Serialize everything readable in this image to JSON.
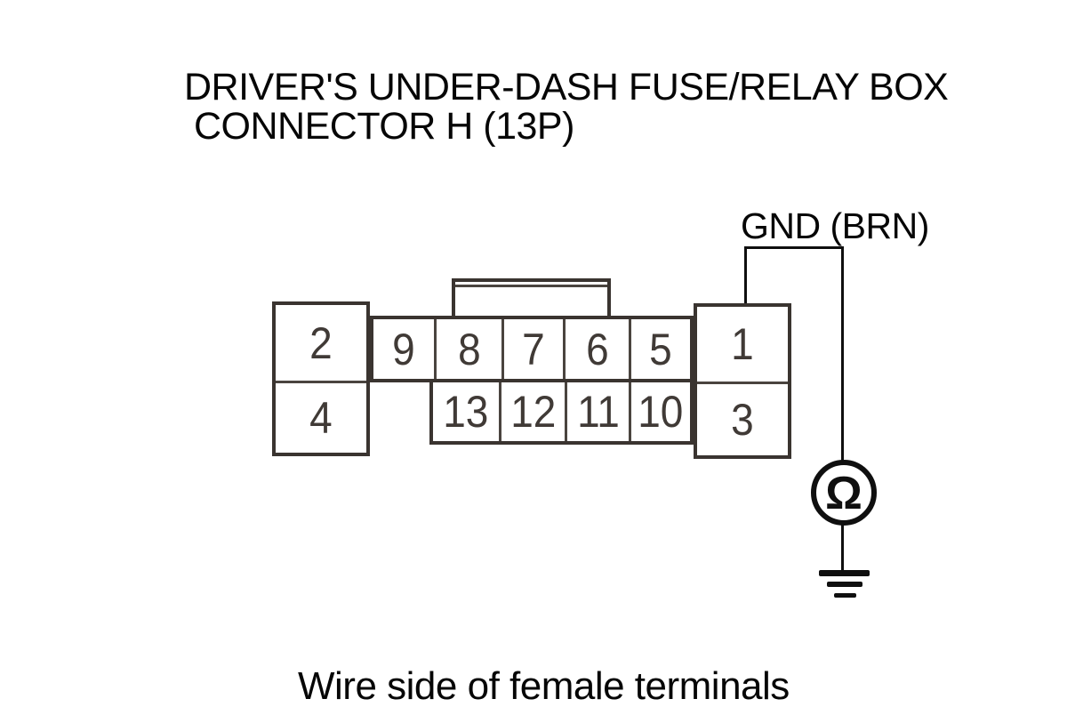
{
  "title": {
    "line1": "DRIVER'S UNDER-DASH FUSE/RELAY BOX",
    "line2": "CONNECTOR H (13P)"
  },
  "ground_label": "GND (BRN)",
  "caption": "Wire side of female terminals",
  "connector": {
    "name": "Driver's under-dash fuse/relay box connector H (13P)",
    "left_block": {
      "top_pin": "2",
      "bottom_pin": "4"
    },
    "top_row_pins": [
      "9",
      "8",
      "7",
      "6",
      "5"
    ],
    "bottom_row_pins": [
      "13",
      "12",
      "11",
      "10"
    ],
    "right_block": {
      "top_pin": "1",
      "bottom_pin": "3"
    }
  },
  "meter": {
    "symbol": "Ω",
    "type": "ohmmeter"
  },
  "colors": {
    "background": "#ffffff",
    "text": "#060606",
    "connector_outline": "#3a3430",
    "connector_divider": "#4a443f",
    "pin_number": "#403a36",
    "wire": "#0f0f0f"
  }
}
